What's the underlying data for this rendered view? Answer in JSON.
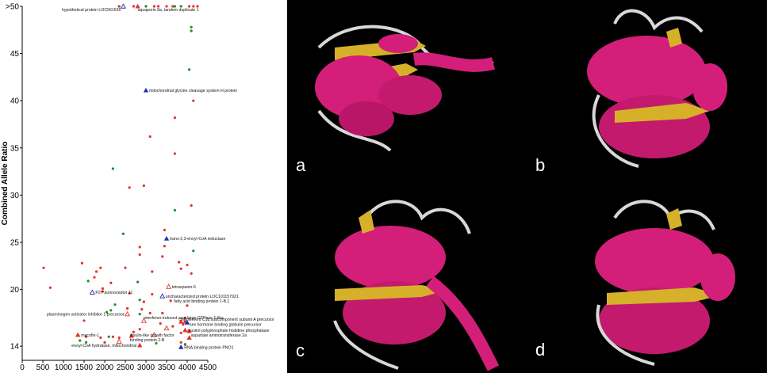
{
  "chart_data": {
    "type": "scatter",
    "ylabel": "Combined Allele Ratio",
    "xlim": [
      0,
      4500
    ],
    "ylim": [
      12.5,
      50
    ],
    "x_ticks": [
      0,
      500,
      1000,
      1500,
      2000,
      2500,
      3000,
      3500,
      4000,
      4500
    ],
    "y_ticks": [
      {
        "value": 14,
        "label": "14"
      },
      {
        "value": 20,
        "label": "20"
      },
      {
        "value": 25,
        "label": "25"
      },
      {
        "value": 30,
        "label": "30"
      },
      {
        "value": 35,
        "label": "35"
      },
      {
        "value": 40,
        "label": "40"
      },
      {
        "value": 45,
        "label": "45"
      },
      {
        "value": 50,
        "label": ">50"
      }
    ],
    "grid": false,
    "colors": {
      "red": "#e5322a",
      "green": "#1e8c2c",
      "blue": "#1c2fb5"
    },
    "points": [
      {
        "x": 2350,
        "y": 50,
        "color": "red",
        "marker": "circle"
      },
      {
        "x": 2450,
        "y": 50,
        "color": "blue",
        "marker": "triangle-open"
      },
      {
        "x": 2700,
        "y": 50,
        "color": "red",
        "marker": "circle"
      },
      {
        "x": 2800,
        "y": 50,
        "color": "red",
        "marker": "triangle"
      },
      {
        "x": 3000,
        "y": 50,
        "color": "green",
        "marker": "circle"
      },
      {
        "x": 3200,
        "y": 50,
        "color": "red",
        "marker": "circle"
      },
      {
        "x": 3300,
        "y": 50,
        "color": "red",
        "marker": "circle"
      },
      {
        "x": 3500,
        "y": 50,
        "color": "red",
        "marker": "circle"
      },
      {
        "x": 3650,
        "y": 50,
        "color": "red",
        "marker": "circle"
      },
      {
        "x": 3700,
        "y": 50,
        "color": "green",
        "marker": "circle"
      },
      {
        "x": 3850,
        "y": 50,
        "color": "green",
        "marker": "circle"
      },
      {
        "x": 4050,
        "y": 50,
        "color": "red",
        "marker": "circle"
      },
      {
        "x": 4150,
        "y": 50,
        "color": "red",
        "marker": "circle"
      },
      {
        "x": 4250,
        "y": 50,
        "color": "red",
        "marker": "circle"
      },
      {
        "x": 4100,
        "y": 47.8,
        "color": "green",
        "marker": "circle"
      },
      {
        "x": 4100,
        "y": 47.4,
        "color": "green",
        "marker": "circle"
      },
      {
        "x": 4050,
        "y": 43.3,
        "color": "green",
        "marker": "circle"
      },
      {
        "x": 3000,
        "y": 41.1,
        "color": "blue",
        "marker": "triangle"
      },
      {
        "x": 4150,
        "y": 40.0,
        "color": "red",
        "marker": "circle"
      },
      {
        "x": 3700,
        "y": 38.2,
        "color": "red",
        "marker": "circle"
      },
      {
        "x": 3100,
        "y": 36.2,
        "color": "red",
        "marker": "circle"
      },
      {
        "x": 3700,
        "y": 34.4,
        "color": "red",
        "marker": "circle"
      },
      {
        "x": 2200,
        "y": 32.8,
        "color": "green",
        "marker": "circle"
      },
      {
        "x": 2950,
        "y": 31.0,
        "color": "red",
        "marker": "circle"
      },
      {
        "x": 2600,
        "y": 30.8,
        "color": "red",
        "marker": "circle"
      },
      {
        "x": 4100,
        "y": 28.9,
        "color": "red",
        "marker": "circle"
      },
      {
        "x": 3700,
        "y": 28.4,
        "color": "green",
        "marker": "circle"
      },
      {
        "x": 2450,
        "y": 25.9,
        "color": "green",
        "marker": "circle"
      },
      {
        "x": 3450,
        "y": 26.3,
        "color": "red",
        "marker": "circle"
      },
      {
        "x": 3500,
        "y": 25.4,
        "color": "blue",
        "marker": "triangle"
      },
      {
        "x": 3450,
        "y": 24.6,
        "color": "red",
        "marker": "circle"
      },
      {
        "x": 2850,
        "y": 24.5,
        "color": "red",
        "marker": "circle"
      },
      {
        "x": 4150,
        "y": 24.1,
        "color": "green",
        "marker": "circle"
      },
      {
        "x": 2850,
        "y": 23.7,
        "color": "red",
        "marker": "circle"
      },
      {
        "x": 3400,
        "y": 23.5,
        "color": "red",
        "marker": "circle"
      },
      {
        "x": 1450,
        "y": 22.8,
        "color": "red",
        "marker": "circle"
      },
      {
        "x": 3800,
        "y": 22.9,
        "color": "red",
        "marker": "circle"
      },
      {
        "x": 4000,
        "y": 22.6,
        "color": "red",
        "marker": "circle"
      },
      {
        "x": 520,
        "y": 22.3,
        "color": "red",
        "marker": "circle"
      },
      {
        "x": 1900,
        "y": 22.3,
        "color": "red",
        "marker": "circle"
      },
      {
        "x": 2500,
        "y": 22.3,
        "color": "red",
        "marker": "circle"
      },
      {
        "x": 1800,
        "y": 21.9,
        "color": "red",
        "marker": "circle"
      },
      {
        "x": 3850,
        "y": 22.2,
        "color": "red",
        "marker": "circle"
      },
      {
        "x": 3150,
        "y": 21.9,
        "color": "red",
        "marker": "circle"
      },
      {
        "x": 4100,
        "y": 21.7,
        "color": "red",
        "marker": "circle"
      },
      {
        "x": 1750,
        "y": 21.3,
        "color": "red",
        "marker": "circle"
      },
      {
        "x": 1600,
        "y": 20.9,
        "color": "green",
        "marker": "circle"
      },
      {
        "x": 2800,
        "y": 20.8,
        "color": "green",
        "marker": "circle"
      },
      {
        "x": 2150,
        "y": 20.7,
        "color": "red",
        "marker": "circle"
      },
      {
        "x": 3550,
        "y": 20.3,
        "color": "red",
        "marker": "triangle-open"
      },
      {
        "x": 680,
        "y": 20.2,
        "color": "red",
        "marker": "circle"
      },
      {
        "x": 1950,
        "y": 20.1,
        "color": "red",
        "marker": "circle"
      },
      {
        "x": 1950,
        "y": 19.8,
        "color": "red",
        "marker": "circle"
      },
      {
        "x": 1700,
        "y": 19.7,
        "color": "blue",
        "marker": "triangle-open"
      },
      {
        "x": 2600,
        "y": 19.6,
        "color": "red",
        "marker": "circle"
      },
      {
        "x": 3400,
        "y": 19.3,
        "color": "blue",
        "marker": "triangle-open"
      },
      {
        "x": 3150,
        "y": 19.5,
        "color": "red",
        "marker": "circle"
      },
      {
        "x": 2850,
        "y": 18.9,
        "color": "green",
        "marker": "circle"
      },
      {
        "x": 2950,
        "y": 18.7,
        "color": "red",
        "marker": "circle"
      },
      {
        "x": 3600,
        "y": 18.8,
        "color": "red",
        "marker": "circle"
      },
      {
        "x": 2250,
        "y": 18.4,
        "color": "green",
        "marker": "circle"
      },
      {
        "x": 4000,
        "y": 18.3,
        "color": "red",
        "marker": "circle"
      },
      {
        "x": 2550,
        "y": 18.0,
        "color": "red",
        "marker": "circle"
      },
      {
        "x": 2900,
        "y": 17.9,
        "color": "red",
        "marker": "circle"
      },
      {
        "x": 2150,
        "y": 17.8,
        "color": "green",
        "marker": "circle"
      },
      {
        "x": 2050,
        "y": 17.6,
        "color": "green",
        "marker": "circle"
      },
      {
        "x": 3100,
        "y": 17.5,
        "color": "red",
        "marker": "circle"
      },
      {
        "x": 3400,
        "y": 17.5,
        "color": "red",
        "marker": "circle"
      },
      {
        "x": 2550,
        "y": 17.4,
        "color": "red",
        "marker": "triangle-open"
      },
      {
        "x": 2850,
        "y": 17.4,
        "color": "green",
        "marker": "circle"
      },
      {
        "x": 3950,
        "y": 17.0,
        "color": "red",
        "marker": "circle"
      },
      {
        "x": 1500,
        "y": 16.7,
        "color": "red",
        "marker": "circle"
      },
      {
        "x": 2950,
        "y": 16.7,
        "color": "red",
        "marker": "triangle-open"
      },
      {
        "x": 3850,
        "y": 16.6,
        "color": "red",
        "marker": "triangle"
      },
      {
        "x": 3950,
        "y": 16.6,
        "color": "red",
        "marker": "triangle"
      },
      {
        "x": 4000,
        "y": 16.5,
        "color": "blue",
        "marker": "triangle"
      },
      {
        "x": 3350,
        "y": 16.4,
        "color": "red",
        "marker": "circle"
      },
      {
        "x": 3900,
        "y": 16.3,
        "color": "red",
        "marker": "circle"
      },
      {
        "x": 3650,
        "y": 16.1,
        "color": "red",
        "marker": "circle"
      },
      {
        "x": 3500,
        "y": 15.9,
        "color": "red",
        "marker": "triangle-open"
      },
      {
        "x": 2850,
        "y": 15.8,
        "color": "red",
        "marker": "circle"
      },
      {
        "x": 3950,
        "y": 15.7,
        "color": "red",
        "marker": "triangle"
      },
      {
        "x": 4050,
        "y": 15.6,
        "color": "red",
        "marker": "triangle"
      },
      {
        "x": 2700,
        "y": 15.5,
        "color": "red",
        "marker": "circle"
      },
      {
        "x": 3850,
        "y": 15.4,
        "color": "red",
        "marker": "circle"
      },
      {
        "x": 1350,
        "y": 15.2,
        "color": "red",
        "marker": "triangle"
      },
      {
        "x": 3200,
        "y": 15.2,
        "color": "red",
        "marker": "triangle-open"
      },
      {
        "x": 2650,
        "y": 15.1,
        "color": "red",
        "marker": "triangle"
      },
      {
        "x": 1550,
        "y": 15.0,
        "color": "red",
        "marker": "circle"
      },
      {
        "x": 2200,
        "y": 15.0,
        "color": "red",
        "marker": "circle"
      },
      {
        "x": 2350,
        "y": 14.9,
        "color": "red",
        "marker": "circle"
      },
      {
        "x": 1900,
        "y": 14.9,
        "color": "red",
        "marker": "circle"
      },
      {
        "x": 2100,
        "y": 15.0,
        "color": "green",
        "marker": "circle"
      },
      {
        "x": 2350,
        "y": 14.5,
        "color": "red",
        "marker": "triangle-open"
      },
      {
        "x": 4050,
        "y": 14.9,
        "color": "red",
        "marker": "triangle"
      },
      {
        "x": 1400,
        "y": 14.6,
        "color": "green",
        "marker": "circle"
      },
      {
        "x": 1550,
        "y": 14.4,
        "color": "green",
        "marker": "circle"
      },
      {
        "x": 2000,
        "y": 14.4,
        "color": "red",
        "marker": "circle"
      },
      {
        "x": 3250,
        "y": 14.3,
        "color": "green",
        "marker": "circle"
      },
      {
        "x": 2850,
        "y": 14.1,
        "color": "red",
        "marker": "triangle"
      },
      {
        "x": 3850,
        "y": 14.4,
        "color": "red",
        "marker": "circle"
      },
      {
        "x": 3950,
        "y": 14.2,
        "color": "green",
        "marker": "circle"
      },
      {
        "x": 3850,
        "y": 13.9,
        "color": "blue",
        "marker": "triangle"
      }
    ],
    "annotations": [
      {
        "text": "hypothetical protein LOC561636",
        "x": 2450,
        "y": 50,
        "dx": -3,
        "dy": 6,
        "anchor": "end"
      },
      {
        "text": "aquaporin 8a, tandem duplicate 1",
        "x": 2800,
        "y": 50,
        "dx": 0,
        "dy": 6,
        "anchor": "start"
      },
      {
        "text": "mitochondrial glycine cleavage system H protein",
        "x": 3000,
        "y": 41.1,
        "dx": 4,
        "dy": 2,
        "anchor": "start"
      },
      {
        "text": "trans-2,3-enoyl-CoA reductase",
        "x": 3500,
        "y": 25.4,
        "dx": 4,
        "dy": 2,
        "anchor": "start"
      },
      {
        "text": "tetraspanin-6",
        "x": 3550,
        "y": 20.3,
        "dx": 4,
        "dy": 2,
        "anchor": "start"
      },
      {
        "text": "P2Y purinoceptor 11",
        "x": 1700,
        "y": 19.7,
        "dx": 4,
        "dy": 2,
        "anchor": "start"
      },
      {
        "text": "uncharacterized protein LOC101157921",
        "x": 3400,
        "y": 19.3,
        "dx": 4,
        "dy": 2,
        "anchor": "start"
      },
      {
        "text": "fatty acid binding protein 1-B.1",
        "x": 3600,
        "y": 18.8,
        "dx": 4,
        "dy": 2,
        "anchor": "start"
      },
      {
        "text": "plasminogen activator inhibitor 1 precursor",
        "x": 2550,
        "y": 17.4,
        "dx": -4,
        "dy": 2,
        "anchor": "end"
      },
      {
        "text": "interferon-induced very large GTPase 1-like",
        "x": 2950,
        "y": 16.7,
        "dx": 0,
        "dy": -2,
        "anchor": "start"
      },
      {
        "text": "complement C1q subcomponent subunit A precursor",
        "x": 3850,
        "y": 16.6,
        "dx": -3,
        "dy": -1,
        "anchor": "start"
      },
      {
        "text": "sex hormone binding globulin precursor",
        "x": 4000,
        "y": 16.5,
        "dx": 3,
        "dy": 4,
        "anchor": "start"
      },
      {
        "text": "insulin-like growth factor",
        "x": 2650,
        "y": 15.1,
        "dx": -2,
        "dy": 1,
        "anchor": "start"
      },
      {
        "text": "binding protein 2-B",
        "x": 2650,
        "y": 15.1,
        "dx": -2,
        "dy": 7,
        "anchor": "start"
      },
      {
        "text": "inositol polyphosphate histidine phosphatase",
        "x": 3950,
        "y": 15.7,
        "dx": 3,
        "dy": 2,
        "anchor": "start"
      },
      {
        "text": "aspartate aminotransferase 2a",
        "x": 4050,
        "y": 15.6,
        "dx": 2,
        "dy": 7,
        "anchor": "start"
      },
      {
        "text": "macofin-1",
        "x": 1350,
        "y": 15.2,
        "dx": 4,
        "dy": 2,
        "anchor": "start"
      },
      {
        "text": "enoyl-CoA hydratase, mitochondrial",
        "x": 2850,
        "y": 14.1,
        "dx": -4,
        "dy": 2,
        "anchor": "end"
      },
      {
        "text": "RNA-binding protein PNO1",
        "x": 3850,
        "y": 13.9,
        "dx": 4,
        "dy": 2,
        "anchor": "start"
      }
    ]
  },
  "panels": [
    {
      "label": "a"
    },
    {
      "label": "b"
    },
    {
      "label": "c"
    },
    {
      "label": "d"
    }
  ]
}
